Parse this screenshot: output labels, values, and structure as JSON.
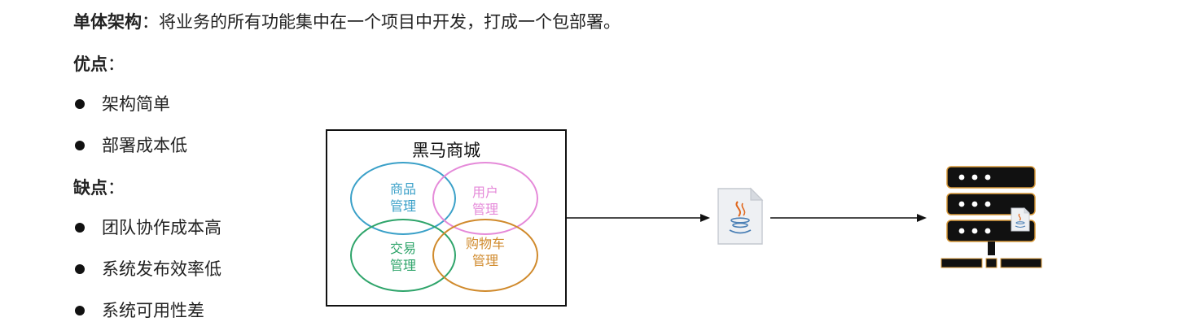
{
  "description": {
    "term": "单体架构",
    "separator": "：",
    "text": "将业务的所有功能集中在一个项目中开发，打成一个包部署。"
  },
  "pros": {
    "heading": "优点",
    "colon": "：",
    "items": [
      "架构简单",
      "部署成本低"
    ]
  },
  "cons": {
    "heading": "缺点",
    "colon": "：",
    "items": [
      "团队协作成本高",
      "系统发布效率低",
      "系统可用性差"
    ]
  },
  "diagram": {
    "title": "黑马商城",
    "modules": [
      {
        "line1": "商品",
        "line2": "管理",
        "color": "#3aa0c8"
      },
      {
        "line1": "用户",
        "line2": "管理",
        "color": "#e58ad9"
      },
      {
        "line1": "交易",
        "line2": "管理",
        "color": "#2ea46a"
      },
      {
        "line1": "购物车",
        "line2": "管理",
        "color": "#d08a2c"
      }
    ]
  }
}
